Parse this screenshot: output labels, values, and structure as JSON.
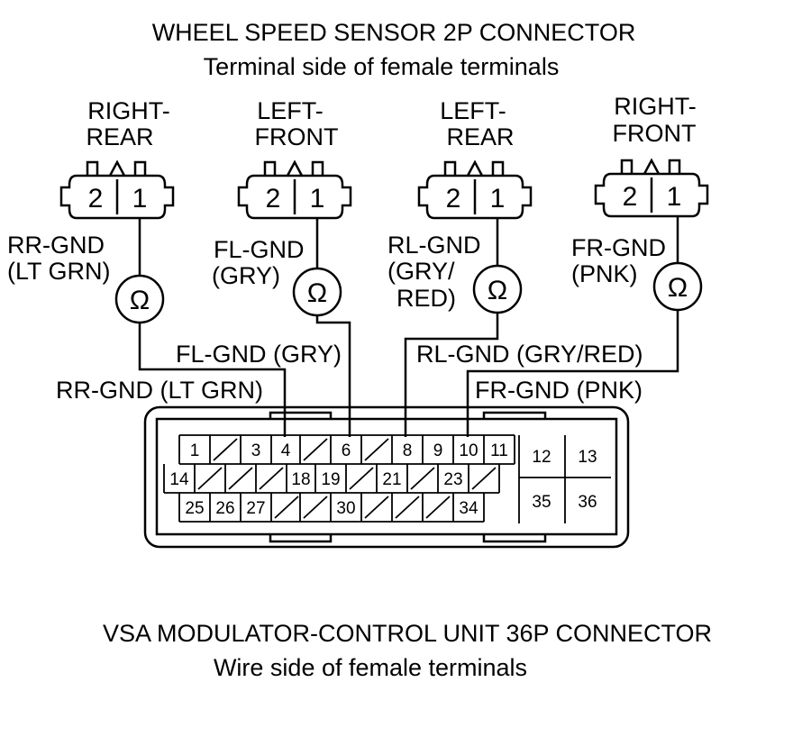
{
  "title": "WHEEL SPEED SENSOR 2P CONNECTOR",
  "subtitle": "Terminal side of female terminals",
  "sensors": [
    {
      "name_line1": "RIGHT-",
      "name_line2": "REAR",
      "pin_left": "2",
      "pin_right": "1",
      "wire_line1": "RR-GND",
      "wire_line2": "(LT GRN)",
      "wire_line3": "",
      "meter": "Ω"
    },
    {
      "name_line1": "LEFT-",
      "name_line2": "FRONT",
      "pin_left": "2",
      "pin_right": "1",
      "wire_line1": "FL-GND",
      "wire_line2": "(GRY)",
      "wire_line3": "",
      "meter": "Ω"
    },
    {
      "name_line1": "LEFT-",
      "name_line2": "REAR",
      "pin_left": "2",
      "pin_right": "1",
      "wire_line1": "RL-GND",
      "wire_line2": "(GRY/",
      "wire_line3": "RED)",
      "meter": "Ω"
    },
    {
      "name_line1": "RIGHT-",
      "name_line2": "FRONT",
      "pin_left": "2",
      "pin_right": "1",
      "wire_line1": "FR-GND",
      "wire_line2": "(PNK)",
      "wire_line3": "",
      "meter": "Ω"
    }
  ],
  "wire_labels": {
    "fl": "FL-GND (GRY)",
    "rl": "RL-GND (GRY/RED)",
    "rr": "RR-GND (LT GRN)",
    "fr": "FR-GND (PNK)"
  },
  "connector_pins": {
    "row1": [
      "1",
      "3",
      "4",
      "6",
      "8",
      "9",
      "10",
      "11"
    ],
    "row2": [
      "14",
      "18",
      "19",
      "21",
      "23"
    ],
    "row3": [
      "25",
      "26",
      "27",
      "30",
      "34"
    ],
    "block": [
      "12",
      "13",
      "35",
      "36"
    ]
  },
  "bottom_title": "VSA MODULATOR-CONTROL UNIT 36P CONNECTOR",
  "bottom_subtitle": "Wire side of female terminals"
}
